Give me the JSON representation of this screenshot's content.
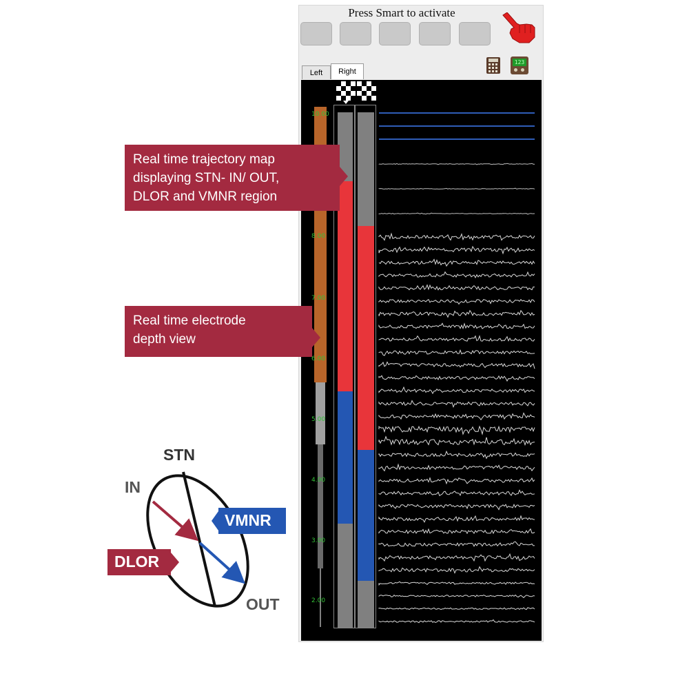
{
  "header": {
    "title": "Press Smart to activate"
  },
  "smart_buttons": [
    "",
    "",
    "",
    "",
    ""
  ],
  "tabs": [
    {
      "label": "Left"
    },
    {
      "label": "Right"
    }
  ],
  "icons": [
    "calculator-icon",
    "counter-display-icon",
    "hand-pointer-icon"
  ],
  "counter_display": "123",
  "depth_scale": [
    "10.00",
    "8.00",
    "7.00",
    "6.00",
    "5.00",
    "4.00",
    "3.00",
    "2.00"
  ],
  "callouts": {
    "trajectory": [
      "Real time trajectory map",
      "displaying STN- IN/ OUT,",
      "DLOR and VMNR region"
    ],
    "depth": [
      "Real time electrode",
      "depth view"
    ]
  },
  "diagram": {
    "stn": "STN",
    "in": "IN",
    "out": "OUT",
    "vmnr": "VMNR",
    "dlor": "DLOR"
  },
  "colors": {
    "callout": "#a32a40",
    "stn_red": "#e8353a",
    "stn_blue": "#2457b3",
    "neutral_gray": "#808080",
    "electrode_orange": "#b8652a",
    "tick_green": "#35c238",
    "blue_trace": "#2f5db8"
  }
}
